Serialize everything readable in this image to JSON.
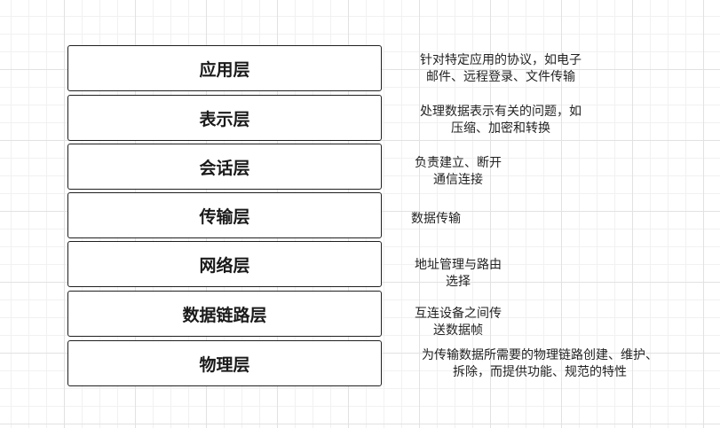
{
  "diagram": {
    "layers": [
      {
        "name": "应用层",
        "description": "针对特定应用的协议，如电子\n邮件、远程登录、文件传输"
      },
      {
        "name": "表示层",
        "description": "处理数据表示有关的问题，如\n压缩、加密和转换"
      },
      {
        "name": "会话层",
        "description": "负责建立、断开\n通信连接"
      },
      {
        "name": "传输层",
        "description": "数据传输"
      },
      {
        "name": "网络层",
        "description": "地址管理与路由\n选择"
      },
      {
        "name": "数据链路层",
        "description": "互连设备之间传\n送数据帧"
      },
      {
        "name": "物理层",
        "description": "为传输数据所需要的物理链路创建、维护、\n拆除，而提供功能、规范的特性"
      }
    ]
  }
}
